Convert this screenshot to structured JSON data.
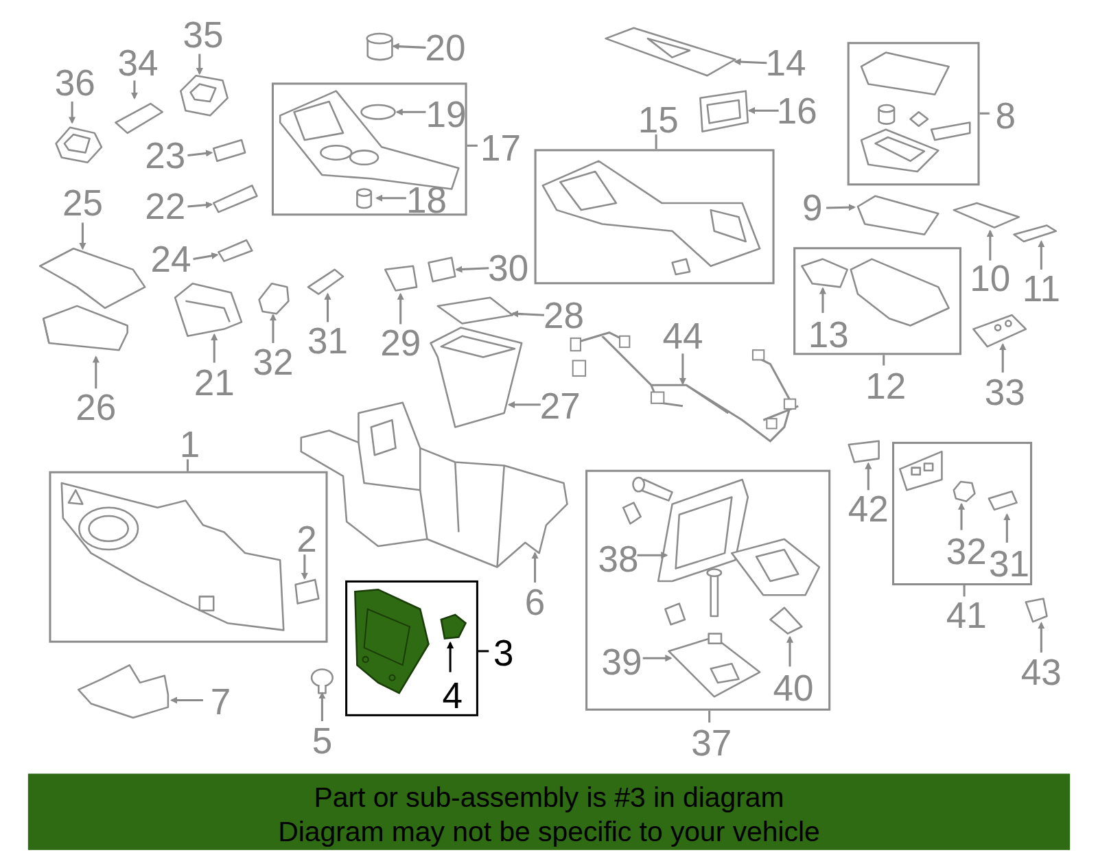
{
  "diagram": {
    "nodes": [
      {
        "text": [
          "17",
          "19",
          "18"
        ]
      },
      {
        "text": [
          "15"
        ]
      },
      {
        "text": [
          "8"
        ]
      },
      {
        "text": [
          "12",
          "13"
        ]
      },
      {
        "text": [
          "1",
          "2"
        ]
      },
      {
        "text": [
          "37",
          "38",
          "39",
          "40"
        ]
      },
      {
        "text": [
          "41",
          "32",
          "31"
        ]
      },
      {
        "text": [
          "3",
          "4"
        ]
      },
      {
        "text": [
          "Part or sub-assembly is #3 in diagram",
          "Diagram may not be specific to your vehicle"
        ]
      }
    ],
    "labels": [
      "35",
      "20",
      "34",
      "36",
      "14",
      "16",
      "23",
      "22",
      "25",
      "24",
      "30",
      "28",
      "29",
      "31",
      "32",
      "21",
      "44",
      "9",
      "10",
      "11",
      "26",
      "33",
      "27",
      "42",
      "6",
      "43",
      "7",
      "5"
    ]
  }
}
